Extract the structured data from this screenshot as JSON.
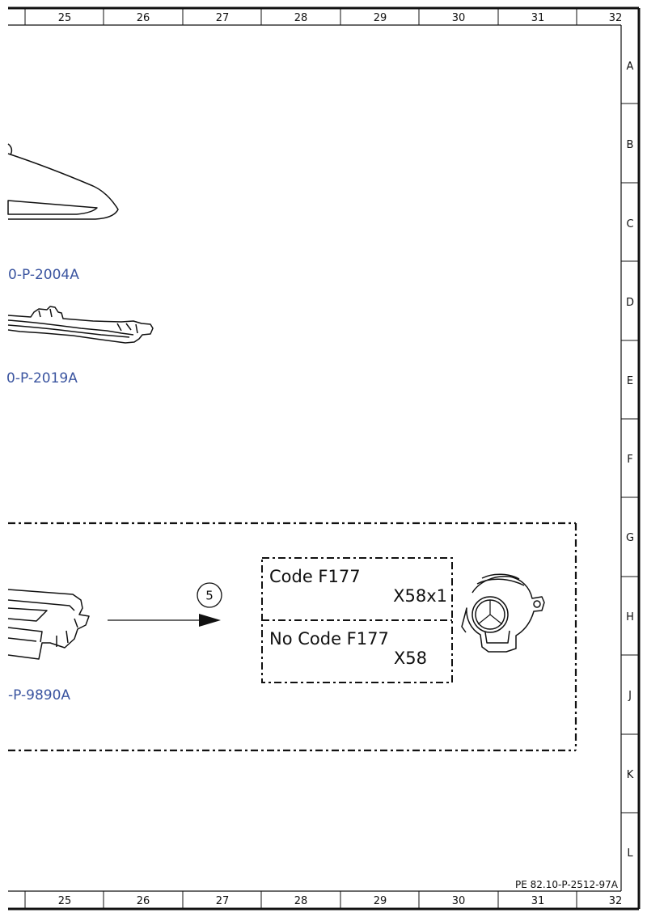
{
  "frame": {
    "columns": [
      "25",
      "26",
      "27",
      "28",
      "29",
      "30",
      "31",
      "32"
    ],
    "rows": [
      "A",
      "B",
      "C",
      "D",
      "E",
      "F",
      "G",
      "H",
      "J",
      "K",
      "L"
    ]
  },
  "references": {
    "ref1": "0-P-2004A",
    "ref2": "0-P-2019A",
    "ref3": "-P-9890A"
  },
  "step": {
    "number": "5"
  },
  "code_box": {
    "with_code_label": "Code F177",
    "with_code_connector": "X58x1",
    "without_code_label": "No Code F177",
    "without_code_connector": "X58"
  },
  "document_id": "PE 82.10-P-2512-97A",
  "colors": {
    "reference_blue": "#3b55a0",
    "line": "#111111"
  }
}
